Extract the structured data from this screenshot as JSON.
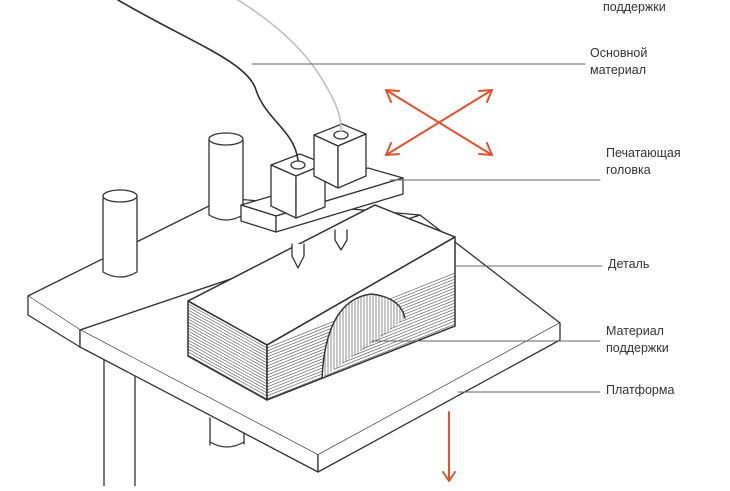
{
  "labels": {
    "support_top": [
      "поддержки"
    ],
    "base_material": [
      "Основной",
      "материал"
    ],
    "print_head": [
      "Печатающая",
      "головка"
    ],
    "part": [
      "Деталь"
    ],
    "support_material": [
      "Материал",
      "поддержки"
    ],
    "platform": [
      "Платформа"
    ]
  },
  "colors": {
    "line": "#333333",
    "filament_dark": "#2e2e2e",
    "filament_light": "#bdbdbd",
    "arrow": "#e0522c"
  }
}
